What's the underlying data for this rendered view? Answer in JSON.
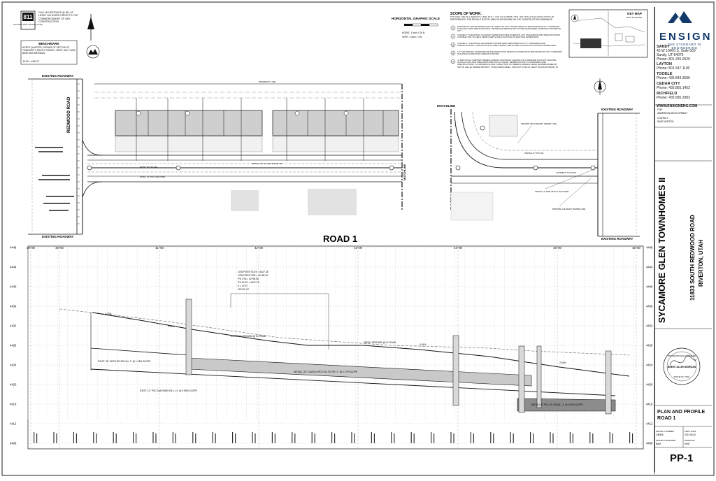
{
  "utility_box": {
    "number": "811",
    "text": "CALL BLUESTAKES @ 811 AT LEAST 48 HOURS PRIOR TO THE COMMENCEMENT OF ANY CONSTRUCTION.",
    "subtext": "Know what's below. Call before you dig."
  },
  "benchmark": {
    "title": "BENCHMARK",
    "text": "NORTH QUARTER CORNER OF SECTION 27, TOWNSHIP 3 SOUTH, RANGE 1 WEST, SALT LAKE BASE AND MERIDIAN",
    "elev": "ELEV = 4432.17"
  },
  "graphic_scale": {
    "title": "HORIZONTAL GRAPHIC SCALE",
    "h": "HORIZ. 1 inch = 20 ft.",
    "v": "VERT. 1 inch = 4 ft."
  },
  "scope": {
    "title": "SCOPE OF WORK:",
    "intro": "PROVIDE, INSTALL AND/OR CONSTRUCT THE FOLLOWING PER THE SPECIFICATIONS GIVEN OR REFERENCED. THE DETAILS NOTED, AND/OR AS SHOWN ON THE CONSTRUCTION DRAWINGS.",
    "items": [
      {
        "n": "1",
        "text": "PRIVATE 3/4\" WATER METER AND 3/4\" SDR9 CTS POLY WATER SERVICE PER RIVERTON CITY STANDARD PLAN 304-A AND SPECIFICATIONS. METER AND SERVICE NOT TO BE MAINTAINED OR READ BY RIVERTON CITY."
      },
      {
        "n": "2",
        "text": "CONNECT TO EXISTING CULINARY WATER MAIN PER RIVERTON CITY STANDARDS AND SPECIFICATIONS. CONTRACTOR TO FIELD VERIFY DEPTH AND LOCATION OF EXISTING WATER MAIN."
      },
      {
        "n": "3",
        "text": "CONNECT TO EXISTING SECONDARY WATER MAIN PER RIVERTON CITY STANDARDS AND SPECIFICATIONS. CONTRACTOR TO FIELD VERIFY DEPTH AND LOCATION OF EXISTING WATER MAIN."
      },
      {
        "n": "4",
        "text": "1.5\" SECONDARY WATER METER AND IRRIGATION SERVICE CONNECTION PER RIVERTON CITY STANDARD PLAN PLW-3A AND PLW-3 SPECIFICATIONS."
      },
      {
        "n": "5",
        "text": "4\" SDR-35 PVC SANITARY SEWER LATERAL INCLUDING CLEANOUTS AT MINIMUM 100 FOOT SPACING. INSTALLATION AND TRENCHING PER SOUTH VALLEY SEWER DISTRICT'S STANDARDS AND SPECIFICATIONS. 1% MINIMUM SLOPE. INSPECTION OF SEWER LATERALS SHALL BE PERFORMED BY SOUTH VALLEY SEWER DISTRICT (SVSD) PERSONNEL. CONTACT SVSD AT LEAST 24 HOURS PRIOR TO CONSTRUCTION."
      }
    ]
  },
  "key_map": {
    "title": "KEY MAP",
    "sub": "NOT TO SCALE"
  },
  "firm": {
    "name": "ENSIGN",
    "tagline": "THE STANDARD IN ENGINEERING",
    "offices": [
      {
        "city": "SANDY",
        "line1": "45 W 10000 S, Suite 500",
        "line2": "Sandy, UT 84070",
        "phone": "Phone: 801.255.0529"
      },
      {
        "city": "LAYTON",
        "line1": "",
        "line2": "",
        "phone": "Phone: 801.547.1100"
      },
      {
        "city": "TOOELE",
        "line1": "",
        "line2": "",
        "phone": "Phone: 435.843.3590"
      },
      {
        "city": "CEDAR CITY",
        "line1": "",
        "line2": "",
        "phone": "Phone: 435.865.1453"
      },
      {
        "city": "RICHFIELD",
        "line1": "",
        "line2": "",
        "phone": "Phone: 435.896.2983"
      }
    ],
    "web": "WWW.ENSIGNENG.COM"
  },
  "client": {
    "for": "FOR:",
    "name": "ANDERSON DEVELOPMENT",
    "contact_label": "CONTACT:",
    "contact": "DAVE MORTON"
  },
  "project": {
    "name": "SYCAMORE GLEN TOWNHOMES II",
    "address": "11833 SOUTH REDWOOD ROAD",
    "city": "RIVERTON, UTAH"
  },
  "seal": {
    "top": "PROFESSIONAL ENGINEER",
    "name": "BRENT ALLEN MORGAN",
    "state": "STATE OF UTAH"
  },
  "sheet": {
    "title1": "PLAN AND PROFILE",
    "title2": "ROAD 1",
    "project_no_label": "PROJECT NUMBER",
    "project_no": "10850E",
    "date_label": "PRINT DATE",
    "date": "2023-08-20",
    "manager_label": "PROJECT MANAGER",
    "manager": "BAM",
    "drawn_label": "DRAWN BY",
    "drawn": "KMD",
    "number": "PP-1"
  },
  "plan": {
    "road_label": "REDWOOD ROAD",
    "existing_roadway": "EXISTING ROADWAY",
    "matchline": "MATCHLINE",
    "property_line": "PROPERTY LINE",
    "notes": [
      "EXIST. 30\" SS MH",
      "INSTALL 30\" CLASS III RCP-SD",
      "EXIST. 12\" PVC SAN SWR",
      "INSTALL 8\" PVC-SS",
      "PRIVATE SECONDARY WATER LINE",
      "PRIVATE CULINARY WATER LINE",
      "INSTALL 5' SDR-35 PVC SAN SWR",
      "CONNECT TO EXIST."
    ]
  },
  "profile": {
    "title": "ROAD 1",
    "elev_labels": [
      "4448",
      "4444",
      "4440",
      "4436",
      "4432",
      "4428",
      "4424",
      "4420",
      "4416",
      "4412",
      "4408"
    ],
    "stations": [
      "39+80",
      "40+00",
      "41+00",
      "42+00",
      "43+00",
      "44+00",
      "45+00",
      "45+80"
    ],
    "annotations": [
      {
        "text": "LOW POINT ELEV = 4427.18"
      },
      {
        "text": "LOW POINT STA = 42+84.04"
      },
      {
        "text": "PVI STA = 42+95.00"
      },
      {
        "text": "PVI ELEV = 4427.73"
      },
      {
        "text": "K = 37.97"
      },
      {
        "text": "120.00' VC"
      },
      {
        "text": "EXISTING GROUND @ CL ROAD"
      },
      {
        "text": "FINISH GROUND @ CL ROAD"
      },
      {
        "text": "EXIST. 30\" HDPE-SD 205.44 L.F. @ 1.18% SLOPE"
      },
      {
        "text": "INSTALL 30\" CLASS III RCP-SD 270.99 L.F. @ 1.17% SLOPE"
      },
      {
        "text": "EXIST. 12\" PVC SAN SWR 403.4 L.F. @ 0.55% SLOPE"
      },
      {
        "text": "INSTALL 8\" PVC-SS 266.84 L.F. @ 0.50% SLOPE"
      }
    ],
    "grades": [
      "4.73%",
      "2.22%",
      "0.61%",
      "2.53%"
    ]
  }
}
